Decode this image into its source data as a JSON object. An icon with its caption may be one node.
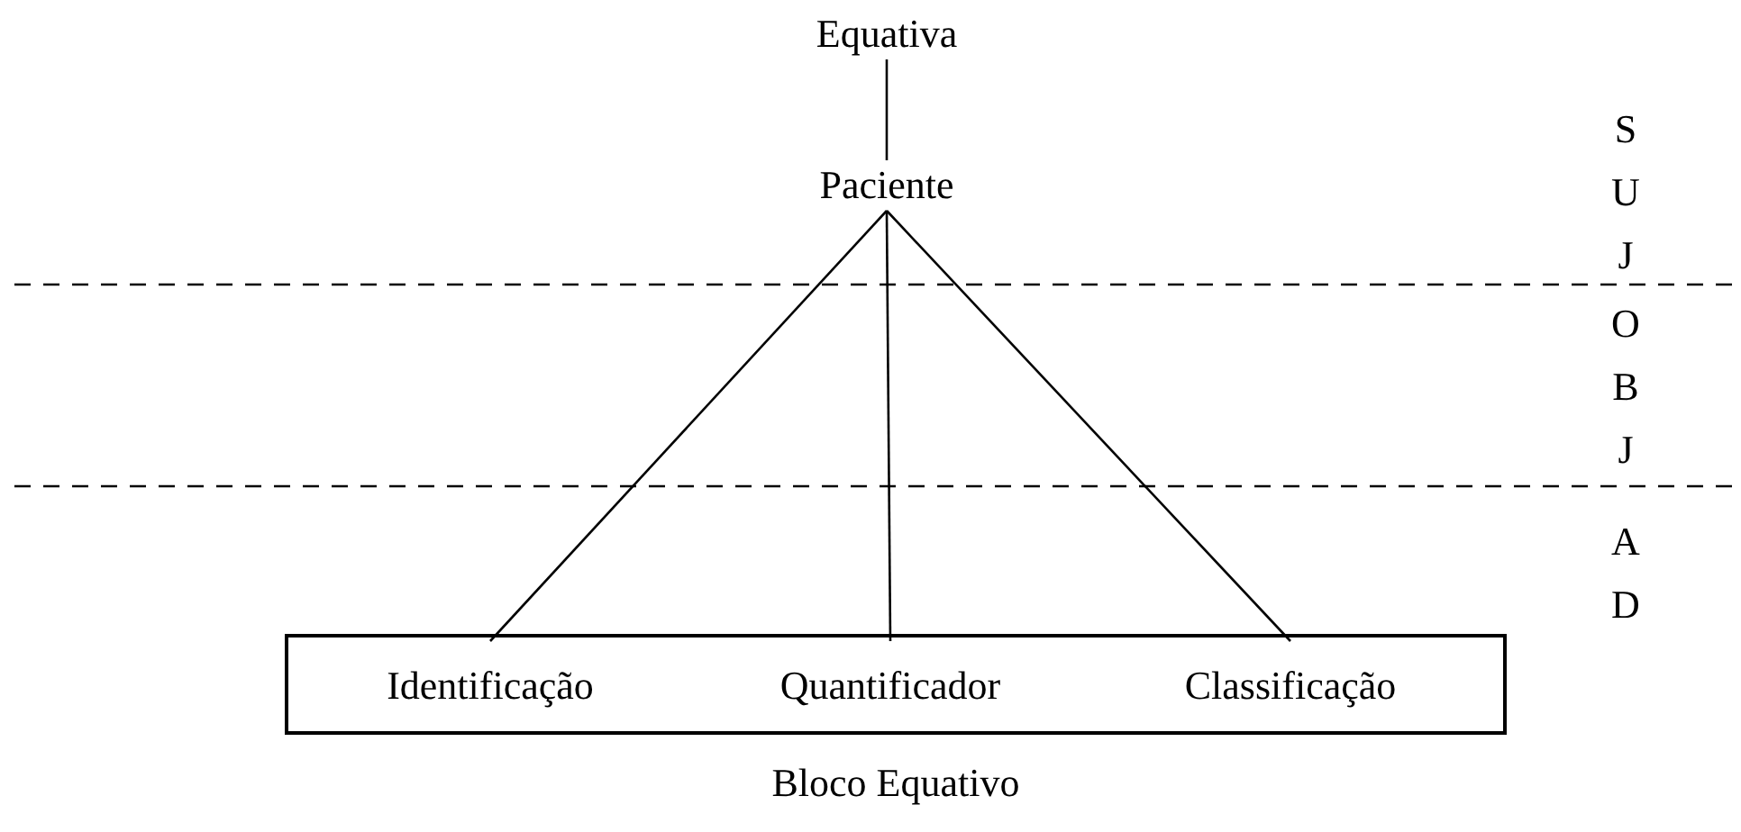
{
  "diagram": {
    "nodes": [
      {
        "text": [
          "Equativa"
        ]
      },
      {
        "text": [
          "Paciente"
        ]
      },
      {
        "text": [
          "Bloco Equativo"
        ]
      },
      {
        "text": [
          "Identificação"
        ],
        "in": 2
      },
      {
        "text": [
          "Quantificador"
        ],
        "in": 2
      },
      {
        "text": [
          "Classificação"
        ],
        "in": 2
      }
    ],
    "edges": [
      {
        "from": 0,
        "to": 1,
        "arrow": "none"
      },
      {
        "from": 1,
        "to": 3,
        "arrow": "none"
      },
      {
        "from": 1,
        "to": 4,
        "arrow": "none"
      },
      {
        "from": 1,
        "to": 5,
        "arrow": "none"
      }
    ],
    "labels": [
      "SUJ",
      "OBJ",
      "AD"
    ]
  }
}
